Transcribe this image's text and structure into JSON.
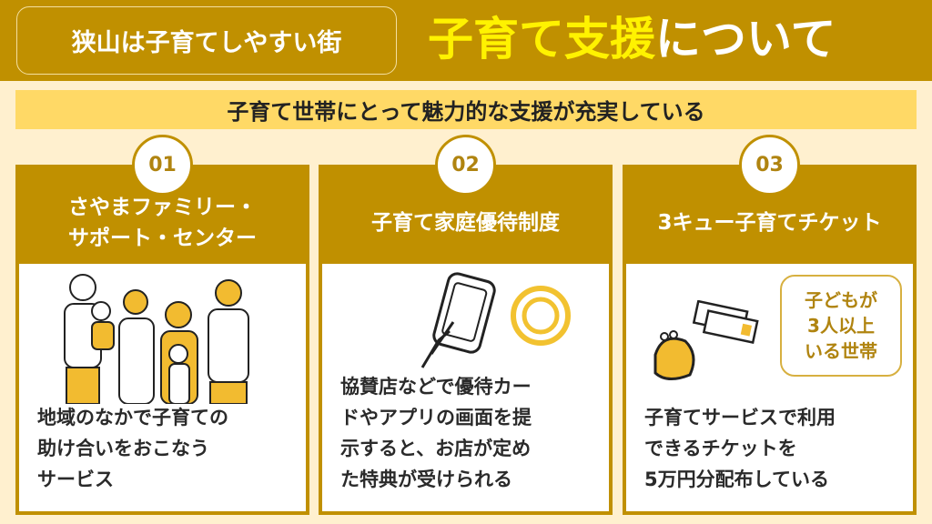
{
  "header": {
    "tag": "狭山は子育てしやすい街",
    "title_highlight": "子育て支援",
    "title_rest": "について"
  },
  "banner": "子育て世帯にとって魅力的な支援が充実している",
  "cards": [
    {
      "num": "01",
      "title": "さやまファミリー・\nサポート・センター",
      "desc": "地域のなかで子育ての\n助け合いをおこなう\nサービス"
    },
    {
      "num": "02",
      "title": "子育て家庭優待制度",
      "desc": "協賛店などで優待カー\nドやアプリの画面を提\n示すると、お店が定め\nた特典が受けられる"
    },
    {
      "num": "03",
      "title": "3キュー子育てチケット",
      "desc": "子育てサービスで利用\nできるチケットを\n5万円分配布している",
      "badge": "子どもが\n3人以上\nいる世帯"
    }
  ],
  "colors": {
    "gold": "#C09000",
    "yellow": "#FFF200",
    "cream": "#FFF0CF",
    "banner": "#FFD966"
  }
}
